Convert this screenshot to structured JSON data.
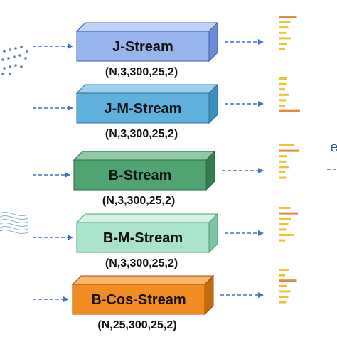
{
  "streams": [
    {
      "label": "J-Stream",
      "shape": "(N,3,300,25,2)",
      "colors": {
        "front": "#98b4ec",
        "top": "#c0d3f6",
        "side": "#6a8dd8",
        "edge": "#3d5fae"
      }
    },
    {
      "label": "J-M-Stream",
      "shape": "(N,3,300,25,2)",
      "colors": {
        "front": "#5fb0dc",
        "top": "#9dd1ee",
        "side": "#3d8fc0",
        "edge": "#2c6f99"
      }
    },
    {
      "label": "B-Stream",
      "shape": "(N,3,300,25,2)",
      "colors": {
        "front": "#4fa472",
        "top": "#8fcaa5",
        "side": "#347d54",
        "edge": "#2a6a45"
      }
    },
    {
      "label": "B-M-Stream",
      "shape": "(N,3,300,25,2)",
      "colors": {
        "front": "#a9e3cb",
        "top": "#d2f2e4",
        "side": "#7cc6a6",
        "edge": "#4e9e7c"
      }
    },
    {
      "label": "B-Cos-Stream",
      "shape": "(N,25,300,25,2)",
      "colors": {
        "front": "#f08c22",
        "top": "#f8b66a",
        "side": "#c46b10",
        "edge": "#9a520a"
      }
    }
  ],
  "right_symbol": "e",
  "colors": {
    "arrow": "#4472c4",
    "bar_yellow": "#f2c12e",
    "bar_orange": "#e8873a",
    "dots": "#3a6d8c",
    "waves": "#8fb3c9"
  },
  "score_bars": [
    [
      0.85,
      0.55,
      0.45,
      0.35,
      0.6,
      0.4,
      0.3
    ],
    [
      0.4,
      0.35,
      0.3,
      0.5,
      0.35,
      0.3,
      1.0
    ],
    [
      0.7,
      0.95,
      0.4,
      0.35,
      0.5,
      0.3,
      0.35
    ],
    [
      0.55,
      0.9,
      0.6,
      0.45,
      0.35,
      0.7,
      0.3
    ],
    [
      0.5,
      0.3,
      0.85,
      0.4,
      0.55,
      0.45,
      0.35
    ]
  ]
}
